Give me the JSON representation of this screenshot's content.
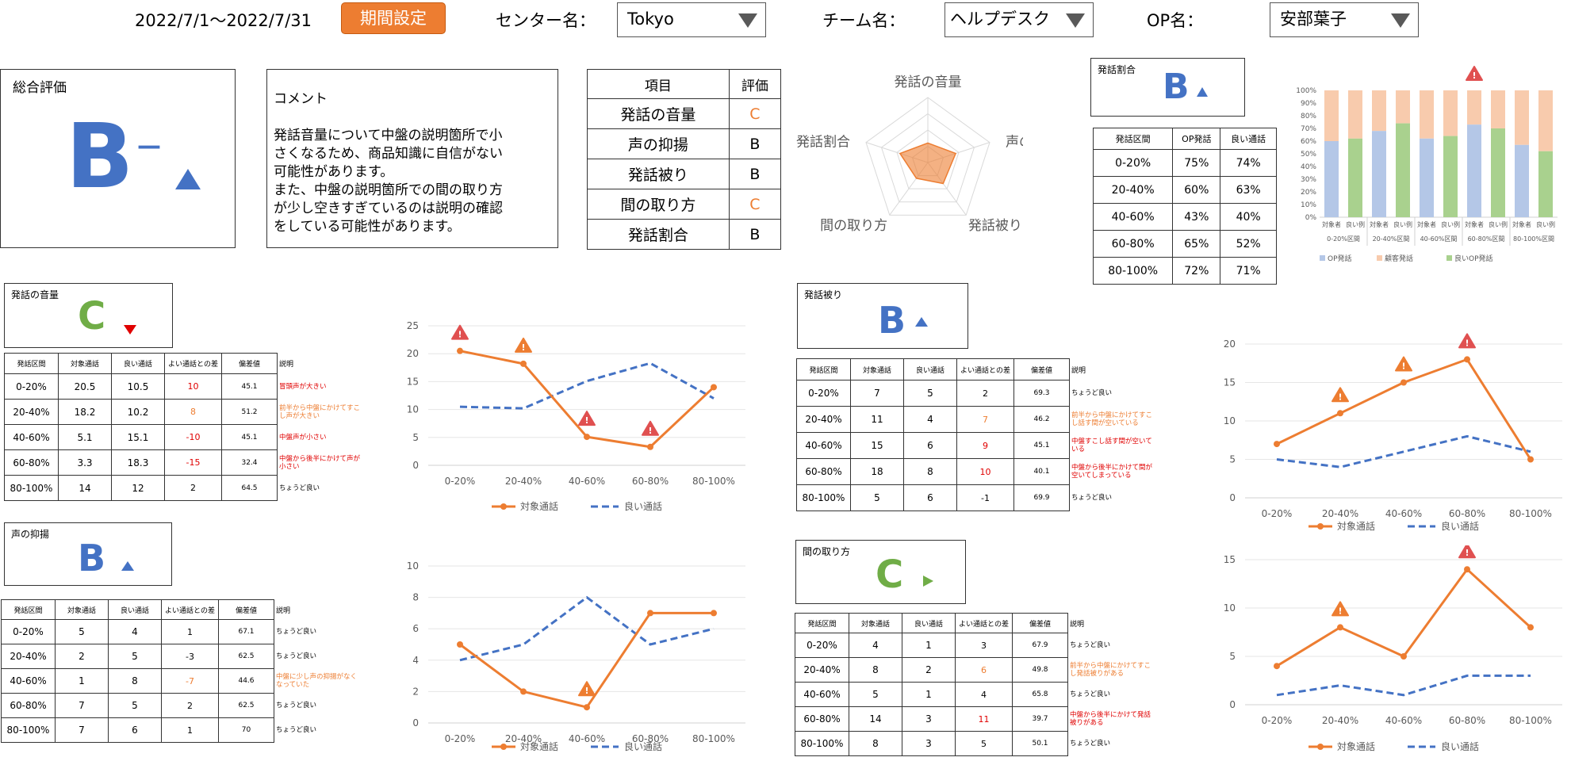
{
  "header": {
    "period": "2022/7/1～2022/7/31",
    "period_button": "期間設定",
    "center_label": "センター名：",
    "center_value": "Tokyo",
    "team_label": "チーム名：",
    "team_value": "ヘルプデスク",
    "op_label": "OP名：",
    "op_value": "安部葉子"
  },
  "overall": {
    "title": "総合評価",
    "grade": "B",
    "trend": "—"
  },
  "comment": {
    "title": "コメント",
    "lines": [
      "発話音量について中盤の説明箇所で小",
      "さくなるため、商品知識に自信がない",
      "可能性があります。",
      "また、中盤の説明箇所での間の取り方",
      "が少し空きすぎているのは説明の確認",
      "をしている可能性があります。"
    ]
  },
  "eval_table": {
    "headers": [
      "項目",
      "評価"
    ],
    "rows": [
      [
        "発話の音量",
        "C"
      ],
      [
        "声の抑揚",
        "B"
      ],
      [
        "発話被り",
        "B"
      ],
      [
        "間の取り方",
        "C"
      ],
      [
        "発話割合",
        "B"
      ]
    ]
  },
  "radar": {
    "labels": [
      "発話の音量",
      "声の抑揚",
      "発話被り",
      "間の取り方",
      "発話割合"
    ],
    "values": [
      0.3,
      0.45,
      0.4,
      0.3,
      0.45
    ]
  },
  "ratio": {
    "title": "発話割合",
    "grade": "B",
    "headers": [
      "発話区間",
      "OP発話",
      "良い通話"
    ],
    "rows": [
      [
        "0-20%",
        "75%",
        "74%"
      ],
      [
        "20-40%",
        "60%",
        "63%"
      ],
      [
        "40-60%",
        "43%",
        "40%"
      ],
      [
        "60-80%",
        "65%",
        "52%"
      ],
      [
        "80-100%",
        "72%",
        "71%"
      ]
    ]
  },
  "common_headers": [
    "発話区間",
    "対象通話",
    "良い通話",
    "よい通話との差",
    "偏差値",
    "説明"
  ],
  "sections": {
    "volume": {
      "title": "発話の音量",
      "grade": "C",
      "rows": [
        [
          "0-20%",
          "20.5",
          "10.5",
          "10",
          "45.1",
          "冒頭声が大きい"
        ],
        [
          "20-40%",
          "18.2",
          "10.2",
          "8",
          "51.2",
          "前半から中盤にかけてすこ\nし声が大きい"
        ],
        [
          "40-60%",
          "5.1",
          "15.1",
          "-10",
          "45.1",
          "中盤声が小さい"
        ],
        [
          "60-80%",
          "3.3",
          "18.3",
          "-15",
          "32.4",
          "中盤から後半にかけて声が\n小さい"
        ],
        [
          "80-100%",
          "14",
          "12",
          "2",
          "64.5",
          "ちょうど良い"
        ]
      ]
    },
    "intonation": {
      "title": "声の抑揚",
      "grade": "B",
      "rows": [
        [
          "0-20%",
          "5",
          "4",
          "1",
          "67.1",
          "ちょうど良い"
        ],
        [
          "20-40%",
          "2",
          "5",
          "-3",
          "62.5",
          "ちょうど良い"
        ],
        [
          "40-60%",
          "1",
          "8",
          "-7",
          "44.6",
          "中盤に少し声の抑揚がなく\nなっていた"
        ],
        [
          "60-80%",
          "7",
          "5",
          "2",
          "62.5",
          "ちょうど良い"
        ],
        [
          "80-100%",
          "7",
          "6",
          "1",
          "70",
          "ちょうど良い"
        ]
      ]
    },
    "overlap": {
      "title": "発話被り",
      "grade": "B",
      "rows": [
        [
          "0-20%",
          "7",
          "5",
          "2",
          "69.3",
          "ちょうど良い"
        ],
        [
          "20-40%",
          "11",
          "4",
          "7",
          "46.2",
          "前半から中盤にかけてすこ\nし話す間が空いている"
        ],
        [
          "40-60%",
          "15",
          "6",
          "9",
          "45.1",
          "中盤すこし話す間が空いて\nいる"
        ],
        [
          "60-80%",
          "18",
          "8",
          "10",
          "40.1",
          "中盤から後半にかけて間が\n空いてしまっている"
        ],
        [
          "80-100%",
          "5",
          "6",
          "-1",
          "69.9",
          "ちょうど良い"
        ]
      ]
    },
    "pause": {
      "title": "間の取り方",
      "grade": "C",
      "rows": [
        [
          "0-20%",
          "4",
          "1",
          "3",
          "67.9",
          "ちょうど良い"
        ],
        [
          "20-40%",
          "8",
          "2",
          "6",
          "49.8",
          "前半から中盤にかけてすこ\nし発話被りがある"
        ],
        [
          "40-60%",
          "5",
          "1",
          "4",
          "65.8",
          "ちょうど良い"
        ],
        [
          "60-80%",
          "14",
          "3",
          "11",
          "39.7",
          "中盤から後半にかけて発話\n被りがある"
        ],
        [
          "80-100%",
          "8",
          "3",
          "5",
          "50.1",
          "ちょうど良い"
        ]
      ]
    }
  },
  "legend": {
    "target": "対象通話",
    "good": "良い通話"
  },
  "colors": {
    "orange": "#ed7d31",
    "blue": "#4472c4",
    "green": "#70ad47",
    "red": "#e00000",
    "warn": "#e05050",
    "warn_orange": "#ed7d31"
  },
  "chart_data": [
    {
      "type": "line",
      "name": "volume",
      "categories": [
        "0-20%",
        "20-40%",
        "40-60%",
        "60-80%",
        "80-100%"
      ],
      "ylim": [
        0,
        25
      ],
      "ticks": [
        0,
        5,
        10,
        15,
        20,
        25
      ],
      "series": [
        {
          "name": "対象通話",
          "values": [
            20.5,
            18.2,
            5.1,
            3.3,
            14
          ]
        },
        {
          "name": "良い通話",
          "values": [
            10.5,
            10.2,
            15.1,
            18.3,
            12
          ]
        }
      ],
      "warnings": [
        {
          "index": 0,
          "color": "red"
        },
        {
          "index": 1,
          "color": "orange"
        },
        {
          "index": 2,
          "color": "red"
        },
        {
          "index": 3,
          "color": "red"
        }
      ]
    },
    {
      "type": "line",
      "name": "intonation",
      "categories": [
        "0-20%",
        "20-40%",
        "40-60%",
        "60-80%",
        "80-100%"
      ],
      "ylim": [
        0,
        10
      ],
      "ticks": [
        0,
        2,
        4,
        6,
        8,
        10
      ],
      "series": [
        {
          "name": "対象通話",
          "values": [
            5,
            2,
            1,
            7,
            7
          ]
        },
        {
          "name": "良い通話",
          "values": [
            4,
            5,
            8,
            5,
            6
          ]
        }
      ],
      "warnings": [
        {
          "index": 2,
          "color": "orange"
        }
      ]
    },
    {
      "type": "line",
      "name": "overlap",
      "categories": [
        "0-20%",
        "20-40%",
        "40-60%",
        "60-80%",
        "80-100%"
      ],
      "ylim": [
        0,
        20
      ],
      "ticks": [
        0,
        5,
        10,
        15,
        20
      ],
      "series": [
        {
          "name": "対象通話",
          "values": [
            7,
            11,
            15,
            18,
            5
          ]
        },
        {
          "name": "良い通話",
          "values": [
            5,
            4,
            6,
            8,
            6
          ]
        }
      ],
      "warnings": [
        {
          "index": 1,
          "color": "orange"
        },
        {
          "index": 2,
          "color": "orange"
        },
        {
          "index": 3,
          "color": "red"
        }
      ]
    },
    {
      "type": "line",
      "name": "pause",
      "categories": [
        "0-20%",
        "20-40%",
        "40-60%",
        "60-80%",
        "80-100%"
      ],
      "ylim": [
        0,
        15
      ],
      "ticks": [
        0,
        5,
        10,
        15
      ],
      "series": [
        {
          "name": "対象通話",
          "values": [
            4,
            8,
            5,
            14,
            8
          ]
        },
        {
          "name": "良い通話",
          "values": [
            1,
            2,
            1,
            3,
            3
          ]
        }
      ],
      "warnings": [
        {
          "index": 1,
          "color": "orange"
        },
        {
          "index": 3,
          "color": "red"
        }
      ]
    },
    {
      "type": "bar",
      "name": "ratio",
      "stacked": true,
      "ylim": [
        0,
        100
      ],
      "ticks": [
        "0%",
        "10%",
        "20%",
        "30%",
        "40%",
        "50%",
        "60%",
        "70%",
        "80%",
        "90%",
        "100%"
      ],
      "bar_labels": [
        "対象者",
        "良い例"
      ],
      "groups": [
        "0-20%区間",
        "20-40%区間",
        "40-60%区間",
        "60-80%区間",
        "80-100%区間"
      ],
      "op": [
        60,
        62,
        68,
        74,
        62,
        64,
        73,
        70,
        57,
        52
      ],
      "legend": [
        "OP発話",
        "顧客発話",
        "良いOP発話"
      ]
    }
  ]
}
